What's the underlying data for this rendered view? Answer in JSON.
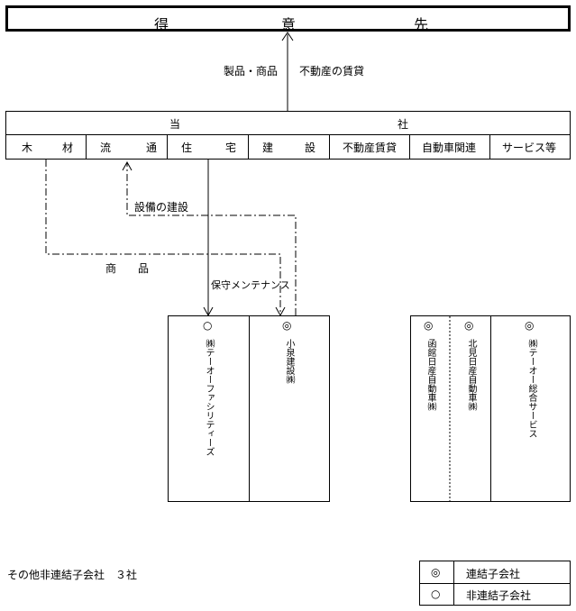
{
  "customer": {
    "c1": "得",
    "c2": "意",
    "c3": "先"
  },
  "arrow_labels": {
    "products": "製品・商品",
    "real_estate_lease": "不動産の賃貸",
    "facility_construction": "設備の建設",
    "goods": "商　　品",
    "maintenance": "保守メンテナンス"
  },
  "company": {
    "title_left": "当",
    "title_right": "社",
    "segments": {
      "wood_a": "木",
      "wood_b": "材",
      "dist_a": "流",
      "dist_b": "通",
      "housing_a": "住",
      "housing_b": "宅",
      "construction_a": "建",
      "construction_b": "設",
      "real_estate": "不動産賃貸",
      "auto": "自動車関連",
      "services": "サービス等"
    }
  },
  "subsidiaries": {
    "dfacility_mark": "○",
    "dfacility_name": "㈱テーオーファシリティーズ",
    "koizumi_mark": "◎",
    "koizumi_name": "小泉建設㈱",
    "hakodate_mark": "◎",
    "hakodate_name": "函館日産自動車㈱",
    "kitami_mark": "◎",
    "kitami_name": "北見日産自動車㈱",
    "sogo_mark": "◎",
    "sogo_name": "㈱テーオー総合サービス"
  },
  "footer": {
    "others": "その他非連結子会社　３社"
  },
  "legend": {
    "consolidated_mark": "◎",
    "consolidated_label": "連結子会社",
    "nonconsolidated_mark": "○",
    "nonconsolidated_label": "非連結子会社"
  }
}
